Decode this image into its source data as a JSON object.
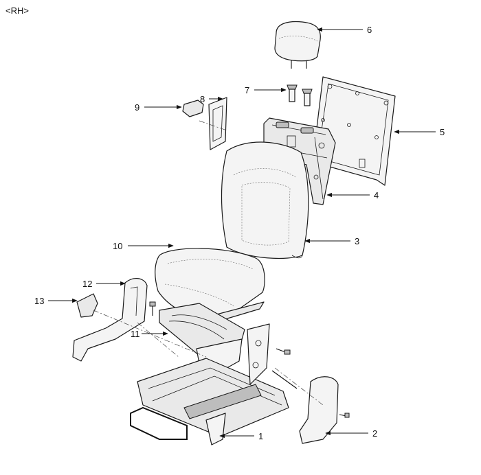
{
  "diagram": {
    "corner_tag": "<RH>",
    "callouts": [
      {
        "id": "1",
        "text": "1"
      },
      {
        "id": "2",
        "text": "2"
      },
      {
        "id": "3",
        "text": "3"
      },
      {
        "id": "4",
        "text": "4"
      },
      {
        "id": "5",
        "text": "5"
      },
      {
        "id": "6",
        "text": "6"
      },
      {
        "id": "7",
        "text": "7"
      },
      {
        "id": "8",
        "text": "8"
      },
      {
        "id": "9",
        "text": "9"
      },
      {
        "id": "10",
        "text": "10"
      },
      {
        "id": "11",
        "text": "11"
      },
      {
        "id": "12",
        "text": "12"
      },
      {
        "id": "13",
        "text": "13"
      }
    ]
  }
}
